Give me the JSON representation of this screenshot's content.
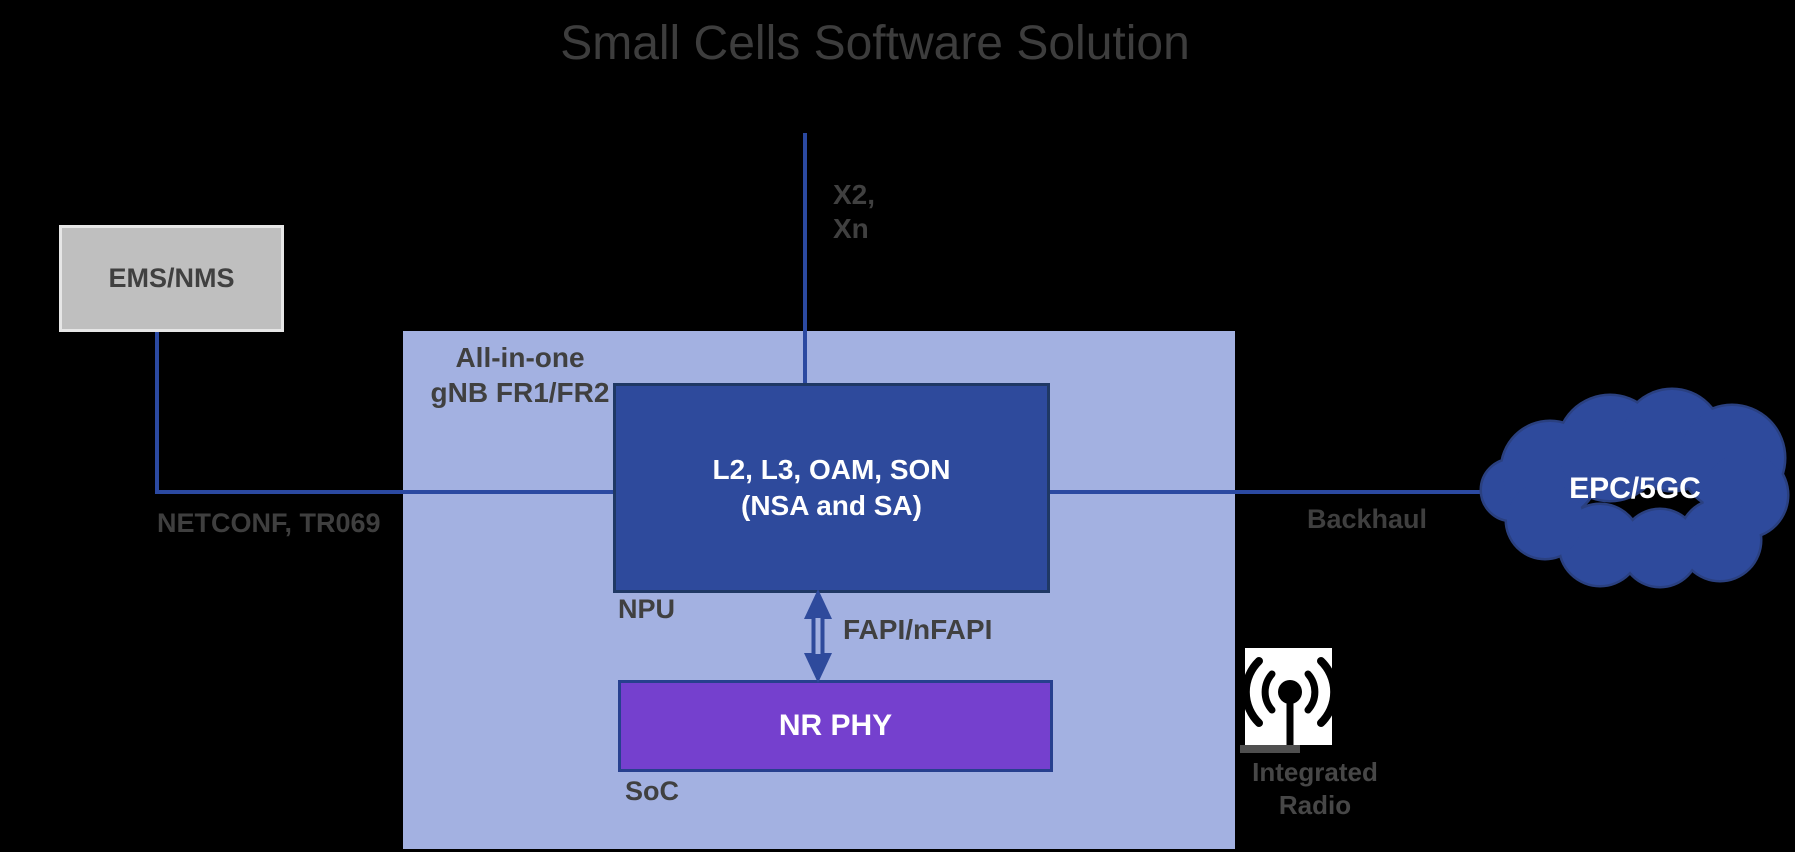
{
  "title": "Small Cells Software Solution",
  "colors": {
    "background": "#000000",
    "gnb_container_fill": "#a3b1e1",
    "primary_blue": "#2e4a9c",
    "primary_blue_border": "#1f3864",
    "phy_purple": "#7540ce",
    "ems_gray": "#bfbfbf",
    "connector_blue": "#2b49a1",
    "label_gray": "#404040",
    "title_gray": "#3d3d3d"
  },
  "nodes": {
    "ems": {
      "label": "EMS/NMS"
    },
    "gnb_container": {
      "label": "All-in-one\ngNB FR1/FR2"
    },
    "l2_stack": {
      "label": "L2, L3, OAM, SON\n(NSA and SA)",
      "chip_label": "NPU"
    },
    "nr_phy": {
      "label": "NR PHY",
      "chip_label": "SoC"
    },
    "core_cloud": {
      "label": "EPC/5GC"
    },
    "integrated_radio": {
      "label": "Integrated\nRadio"
    }
  },
  "connections": {
    "x2_xn": {
      "label": "X2,\nXn"
    },
    "netconf": {
      "label": "NETCONF, TR069"
    },
    "backhaul": {
      "label": "Backhaul"
    },
    "fapi": {
      "label": "FAPI/nFAPI"
    }
  }
}
